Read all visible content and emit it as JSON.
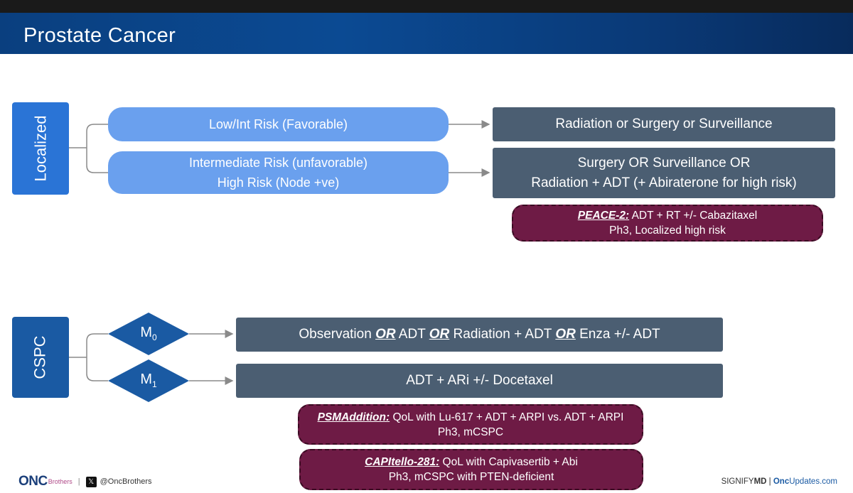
{
  "header": {
    "title": "Prostate Cancer"
  },
  "localized": {
    "label": "Localized",
    "branches": [
      {
        "risk_lines": [
          "Low/Int Risk (Favorable)"
        ],
        "treatment_lines": [
          "Radiation or Surgery or Surveillance"
        ]
      },
      {
        "risk_lines": [
          "Intermediate Risk (unfavorable)",
          "High Risk (Node +ve)"
        ],
        "treatment_lines": [
          "Surgery OR Surveillance OR",
          "Radiation + ADT (+ Abiraterone for high risk)"
        ]
      }
    ],
    "trials": [
      {
        "name": "PEACE-2:",
        "desc": " ADT + RT +/- Cabazitaxel",
        "line2": "Ph3, Localized high risk"
      }
    ]
  },
  "cspc": {
    "label": "CSPC",
    "branches": [
      {
        "stage_main": "M",
        "stage_sub": "0",
        "treatment_parts": [
          "Observation ",
          "OR",
          " ADT ",
          "OR",
          " Radiation + ADT ",
          "OR",
          " Enza +/- ADT"
        ]
      },
      {
        "stage_main": "M",
        "stage_sub": "1",
        "treatment": "ADT + ARi +/- Docetaxel"
      }
    ],
    "trials": [
      {
        "name": "PSMAddition:",
        "desc": " QoL with Lu-617 + ADT + ARPI vs. ADT + ARPI",
        "line2": "Ph3, mCSPC"
      },
      {
        "name": "CAPItello-281:",
        "desc": " QoL with Capivasertib + Abi",
        "line2": "Ph3, mCSPC with PTEN-deficient"
      }
    ]
  },
  "footer": {
    "logo_main": "ONC",
    "logo_sub": "Brothers",
    "separator": "|",
    "x_icon": "x-logo-icon",
    "handle": "@OncBrothers",
    "signify": "SIGNIFY",
    "md": "MD",
    "pipe": " | ",
    "onc": "Onc",
    "updates": "Updates.com"
  },
  "colors": {
    "title_bar": "#0b4a93",
    "localized_box": "#2a74d6",
    "cspc_box": "#1a5aa3",
    "risk_pill": "#6aa0ee",
    "treatment_box": "#4b5e72",
    "trial_box": "#6e1b45"
  }
}
